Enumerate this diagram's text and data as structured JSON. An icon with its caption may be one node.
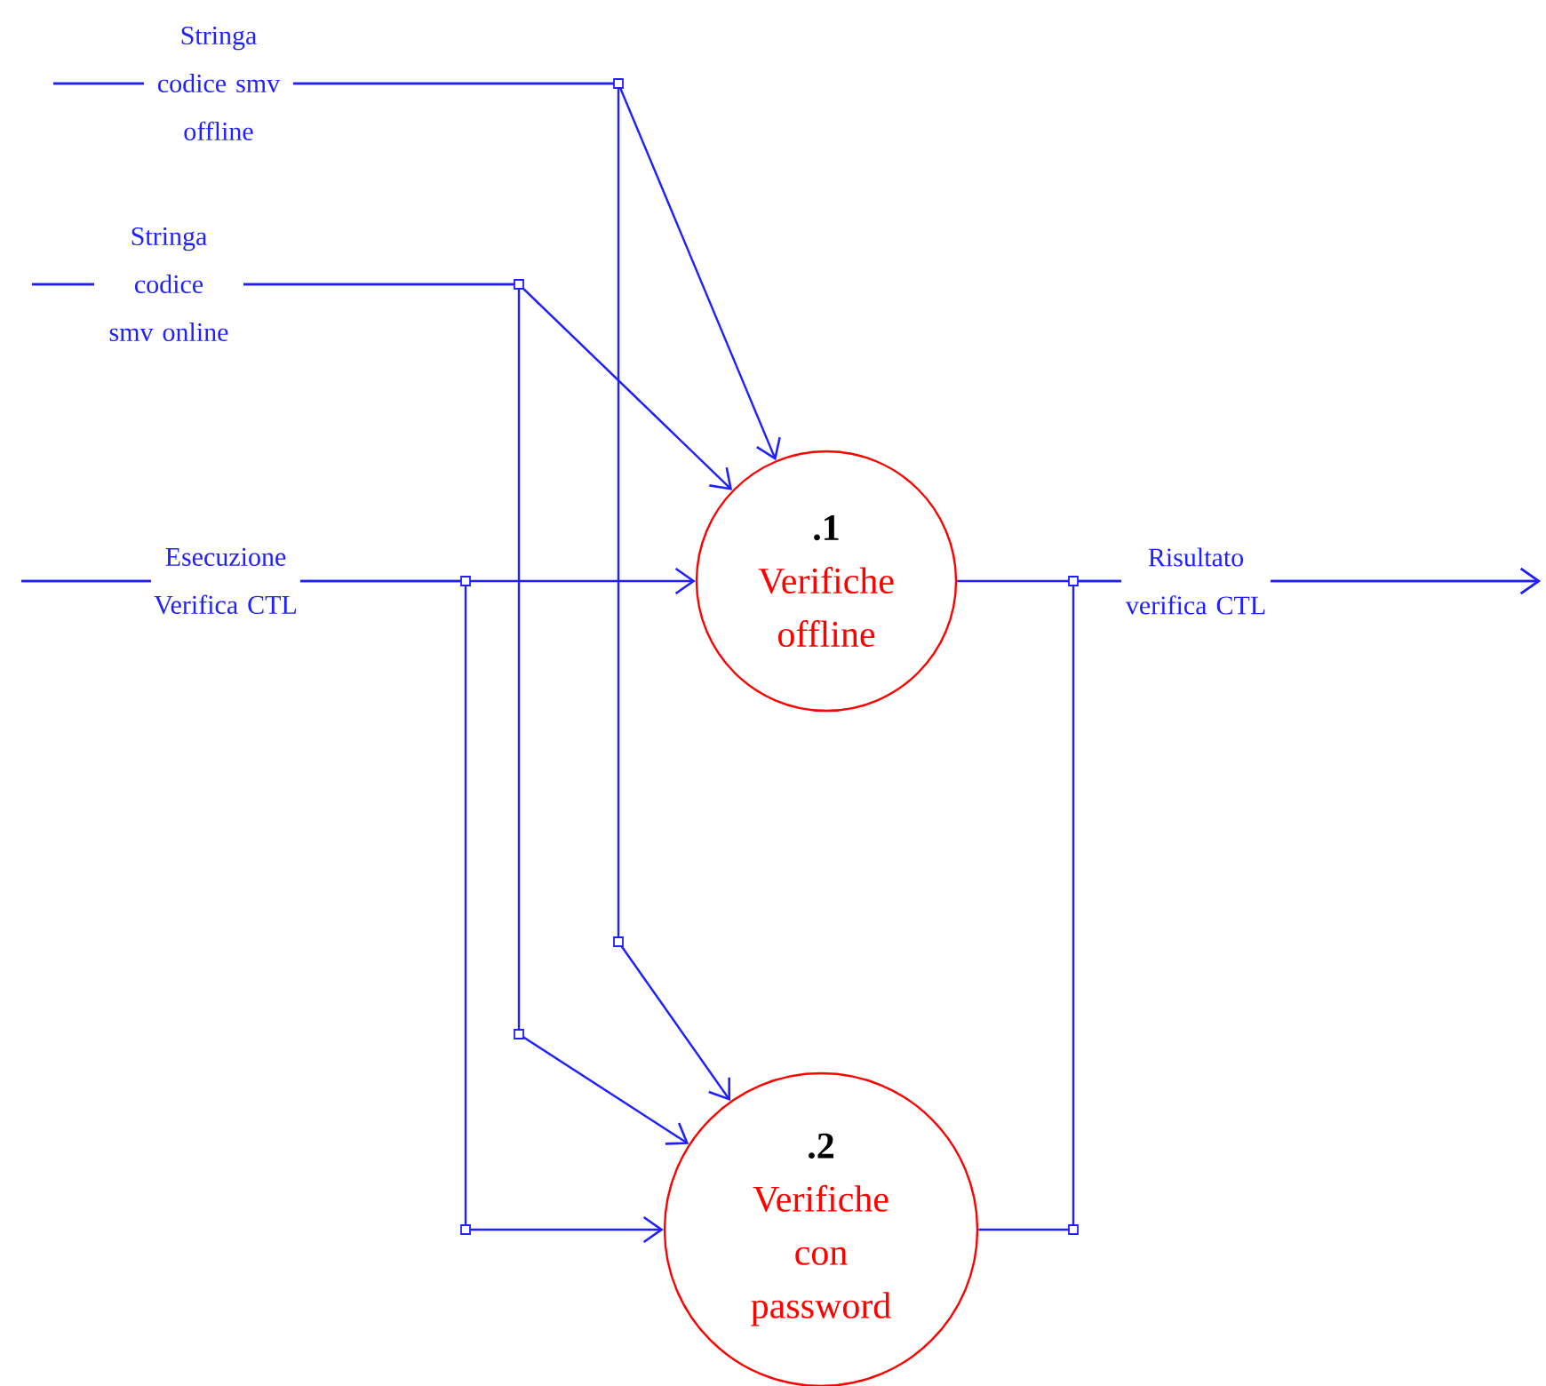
{
  "diagram": {
    "nodes": [
      {
        "text": [
          ".1",
          "Verifiche offline"
        ]
      },
      {
        "text": [
          ".2",
          "Verifiche con password"
        ]
      }
    ],
    "edges": [
      {
        "from": null,
        "to": 0,
        "arrow": "to",
        "label": "Stringa codice smv offline"
      },
      {
        "from": null,
        "to": 1,
        "arrow": "to"
      },
      {
        "from": null,
        "to": 0,
        "arrow": "to",
        "label": "Stringa codice smv online"
      },
      {
        "from": null,
        "to": 1,
        "arrow": "to"
      },
      {
        "from": null,
        "to": 0,
        "arrow": "to",
        "label": "Esecuzione Verifica CTL"
      },
      {
        "from": null,
        "to": 1,
        "arrow": "to"
      },
      {
        "from": 0,
        "to": null,
        "arrow": "to",
        "label": "Risultato verifica CTL"
      },
      {
        "from": 1,
        "to": null,
        "arrow": "to"
      }
    ]
  }
}
